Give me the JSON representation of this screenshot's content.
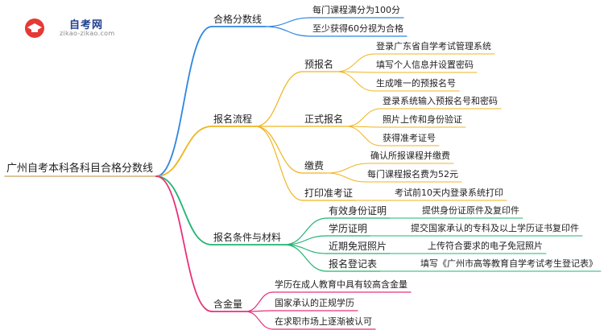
{
  "logo": {
    "name": "自考网",
    "url": "zikao-zikao.com"
  },
  "root": "广州自考本科各科目合格分数线",
  "branches": [
    {
      "key": "b1",
      "label": "合格分数线",
      "color": "#2e86e0",
      "children": [
        {
          "key": "b1c1",
          "label": "每门课程满分为100分"
        },
        {
          "key": "b1c2",
          "label": "至少获得60分视为合格"
        }
      ]
    },
    {
      "key": "b2",
      "label": "报名流程",
      "color": "#f0b41e",
      "children": [
        {
          "key": "b2c1",
          "label": "预报名",
          "children": [
            {
              "key": "b2c1a",
              "label": "登录广东省自学考试管理系统"
            },
            {
              "key": "b2c1b",
              "label": "填写个人信息并设置密码"
            },
            {
              "key": "b2c1c",
              "label": "生成唯一的预报名号"
            }
          ]
        },
        {
          "key": "b2c2",
          "label": "正式报名",
          "children": [
            {
              "key": "b2c2a",
              "label": "登录系统输入预报名号和密码"
            },
            {
              "key": "b2c2b",
              "label": "照片上传和身份验证"
            },
            {
              "key": "b2c2c",
              "label": "获得准考证号"
            }
          ]
        },
        {
          "key": "b2c3",
          "label": "缴费",
          "children": [
            {
              "key": "b2c3a",
              "label": "确认所报课程并缴费"
            },
            {
              "key": "b2c3b",
              "label": "每门课程报名费为52元"
            }
          ]
        },
        {
          "key": "b2c4",
          "label": "打印准考证",
          "children": [
            {
              "key": "b2c4a",
              "label": "考试前10天内登录系统打印"
            }
          ]
        }
      ]
    },
    {
      "key": "b3",
      "label": "报名条件与材料",
      "color": "#22b573",
      "children": [
        {
          "key": "b3c1",
          "label": "有效身份证明",
          "children": [
            {
              "key": "b3c1a",
              "label": "提供身份证原件及复印件"
            }
          ]
        },
        {
          "key": "b3c2",
          "label": "学历证明",
          "children": [
            {
              "key": "b3c2a",
              "label": "提交国家承认的专科及以上学历证书复印件"
            }
          ]
        },
        {
          "key": "b3c3",
          "label": "近期免冠照片",
          "children": [
            {
              "key": "b3c3a",
              "label": "上传符合要求的电子免冠照片"
            }
          ]
        },
        {
          "key": "b3c4",
          "label": "报名登记表",
          "children": [
            {
              "key": "b3c4a",
              "label": "填写《广州市高等教育自学考试考生登记表》"
            }
          ]
        }
      ]
    },
    {
      "key": "b4",
      "label": "含金量",
      "color": "#e8307a",
      "children": [
        {
          "key": "b4c1",
          "label": "学历在成人教育中具有较高含金量"
        },
        {
          "key": "b4c2",
          "label": "国家承认的正规学历"
        },
        {
          "key": "b4c3",
          "label": "在求职市场上逐渐被认可"
        }
      ]
    }
  ]
}
